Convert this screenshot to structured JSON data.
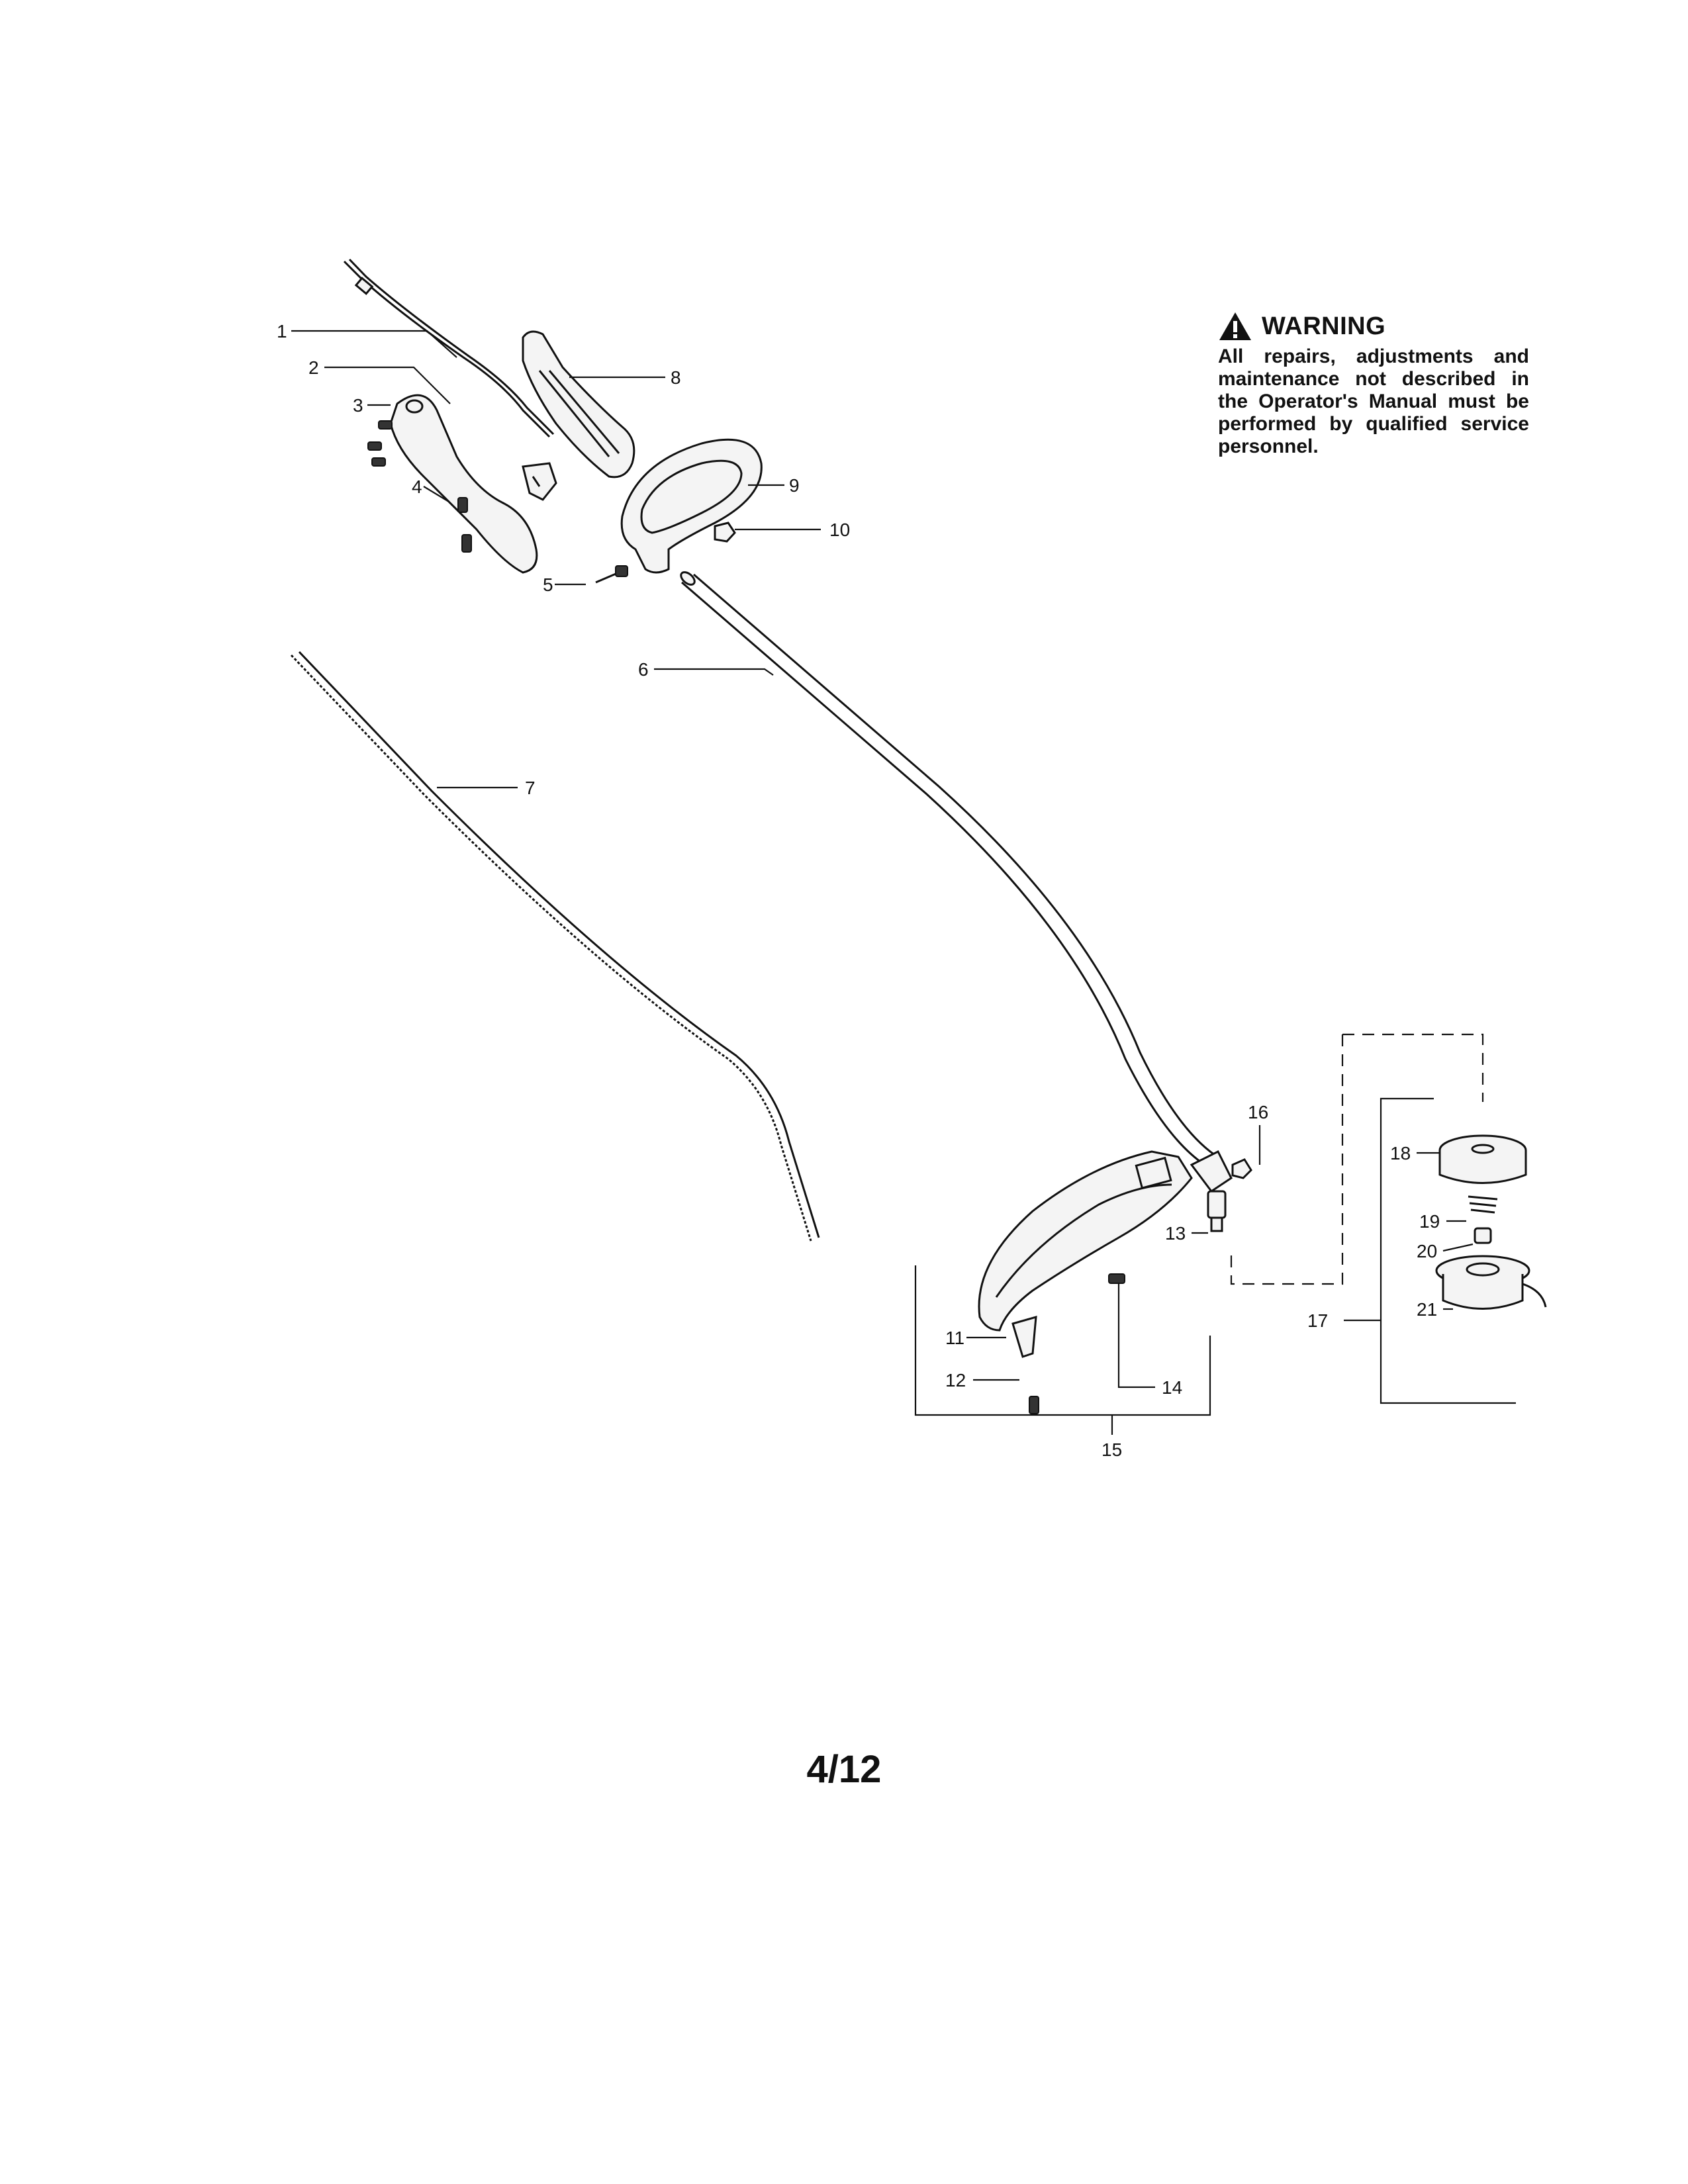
{
  "warning": {
    "icon": "warning-triangle-icon",
    "title": "WARNING",
    "text": "All repairs, adjustments and maintenance not described in the Operator's Manual must be performed by qualified service personnel."
  },
  "page_number": "4/12",
  "callouts": {
    "c1": "1",
    "c2": "2",
    "c3": "3",
    "c4": "4",
    "c5": "5",
    "c6": "6",
    "c7": "7",
    "c8": "8",
    "c9": "9",
    "c10": "10",
    "c11": "11",
    "c12": "12",
    "c13": "13",
    "c14": "14",
    "c15": "15",
    "c16": "16",
    "c17": "17",
    "c18": "18",
    "c19": "19",
    "c20": "20",
    "c21": "21"
  }
}
